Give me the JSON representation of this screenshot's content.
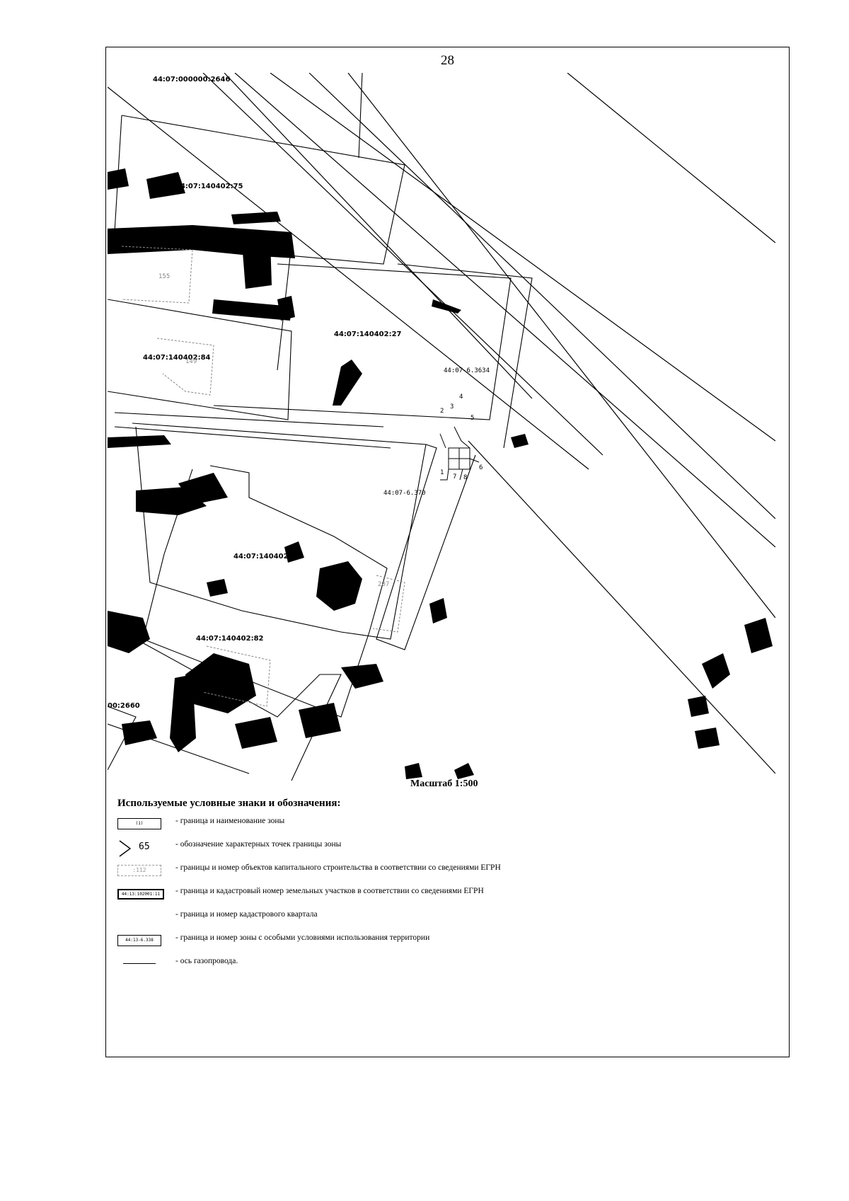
{
  "page": {
    "number": "28"
  },
  "map": {
    "parcels": {
      "p2646": "44:07:000000:2646",
      "p75": "44:07:140402:75",
      "p84": "44:07:140402:84",
      "p27": "44:07:140402:27",
      "p53": "44:07:140402:53",
      "p82": "44:07:140402:82",
      "p2660": "00:2660"
    },
    "zones": {
      "z3634": "44:07-6.3634",
      "z370": "44:07-6.370"
    },
    "buildings": {
      "b155": "155",
      "b149": "149",
      "b207": "207"
    },
    "points": [
      "1",
      "2",
      "3",
      "4",
      "5",
      "6",
      "7",
      "8"
    ]
  },
  "scale": {
    "label": "Масштаб 1:500"
  },
  "legend": {
    "title": "Используемые условные знаки и обозначения:",
    "items": [
      {
        "symbol_text": "(1)",
        "text": "- граница и наименование зоны"
      },
      {
        "symbol_text": "65",
        "text": "- обозначение характерных точек границы зоны"
      },
      {
        "symbol_text": ":112",
        "text": "- границы и номер объектов капитального строительства в соответствии со сведениями ЕГРН"
      },
      {
        "symbol_text": "44:13:102001:11",
        "text": "- граница и кадастровый номер земельных участков в соответствии со сведениями ЕГРН"
      },
      {
        "symbol_text": "",
        "text": "- граница и номер кадастрового квартала"
      },
      {
        "symbol_text": "44:13-6.338",
        "text": "- граница и номер зоны с особыми условиями использования территории"
      },
      {
        "symbol_text": "",
        "text": "- ось газопровода."
      }
    ]
  }
}
